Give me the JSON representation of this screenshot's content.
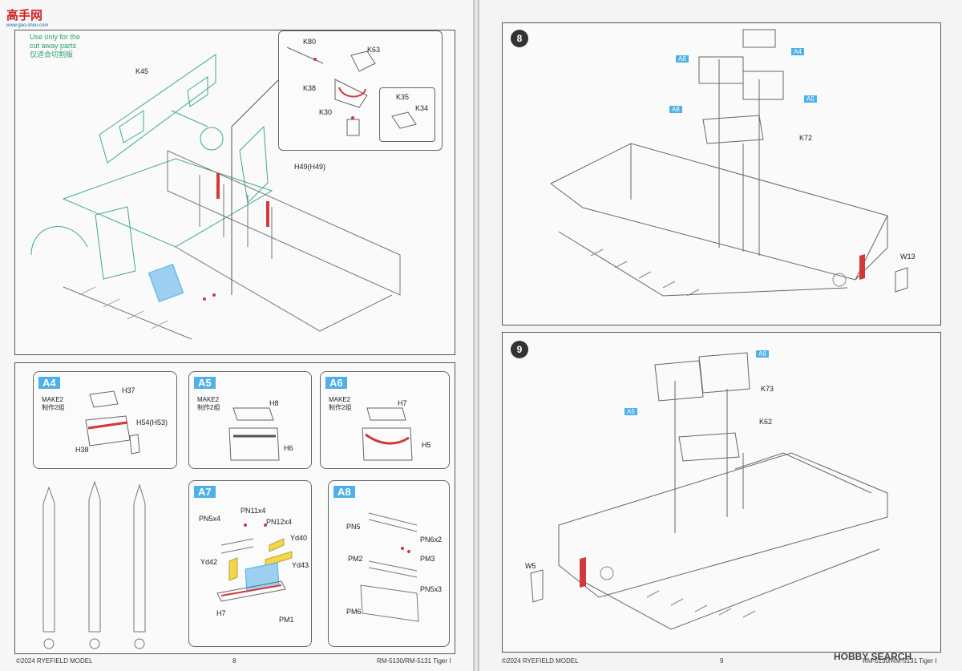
{
  "site_logo": {
    "main": "高手网",
    "sub": "www.gao-shou.com"
  },
  "left_page": {
    "note": [
      "Use only for the",
      "cut away parts",
      "仅适合切割版"
    ],
    "labels": {
      "k45": "K45",
      "k80": "K80",
      "k63": "K63",
      "k38": "K38",
      "k30": "K30",
      "k35": "K35",
      "k34": "K34",
      "h49": "H49(H49)"
    },
    "subassemblies": {
      "a4": {
        "title": "A4",
        "make": "MAKE2",
        "make_cn": "制作2组",
        "parts": [
          "H37",
          "H54(H53)",
          "H38"
        ]
      },
      "a5": {
        "title": "A5",
        "make": "MAKE2",
        "make_cn": "制作2组",
        "parts": [
          "H8",
          "H6"
        ]
      },
      "a6": {
        "title": "A6",
        "make": "MAKE2",
        "make_cn": "制作2组",
        "parts": [
          "H7",
          "H5"
        ]
      },
      "a7": {
        "title": "A7",
        "parts": [
          "PN5x4",
          "PN11x4",
          "PN12x4",
          "Yd40",
          "Yd42",
          "Yd43",
          "H7",
          "PM1"
        ]
      },
      "a8": {
        "title": "A8",
        "parts": [
          "PN5",
          "PN6x2",
          "PM2",
          "PM3",
          "PN5x3",
          "PM6"
        ]
      }
    },
    "footer": {
      "copyright": "©2024 RYEFIELD MODEL",
      "page": "8",
      "model": "RM-5130/RM-5131 Tiger I"
    }
  },
  "right_page": {
    "step8": {
      "number": "8",
      "tags": [
        "A4",
        "A6",
        "A5",
        "A8"
      ],
      "labels": {
        "k72": "K72",
        "w13": "W13"
      }
    },
    "step9": {
      "number": "9",
      "tags": [
        "A6",
        "A5"
      ],
      "labels": {
        "k73": "K73",
        "k62": "K62",
        "w5": "W5"
      }
    },
    "footer": {
      "copyright": "©2024 RYEFIELD MODEL",
      "page": "9",
      "model": "RM-5130/RM-5131 Tiger I"
    }
  },
  "watermark": "HOBBY SEARCH",
  "colors": {
    "accent": "#4fb0e8",
    "highlight_red": "#d23a3a",
    "ghost_green": "#3fae7a",
    "yellow": "#f2d64b"
  }
}
